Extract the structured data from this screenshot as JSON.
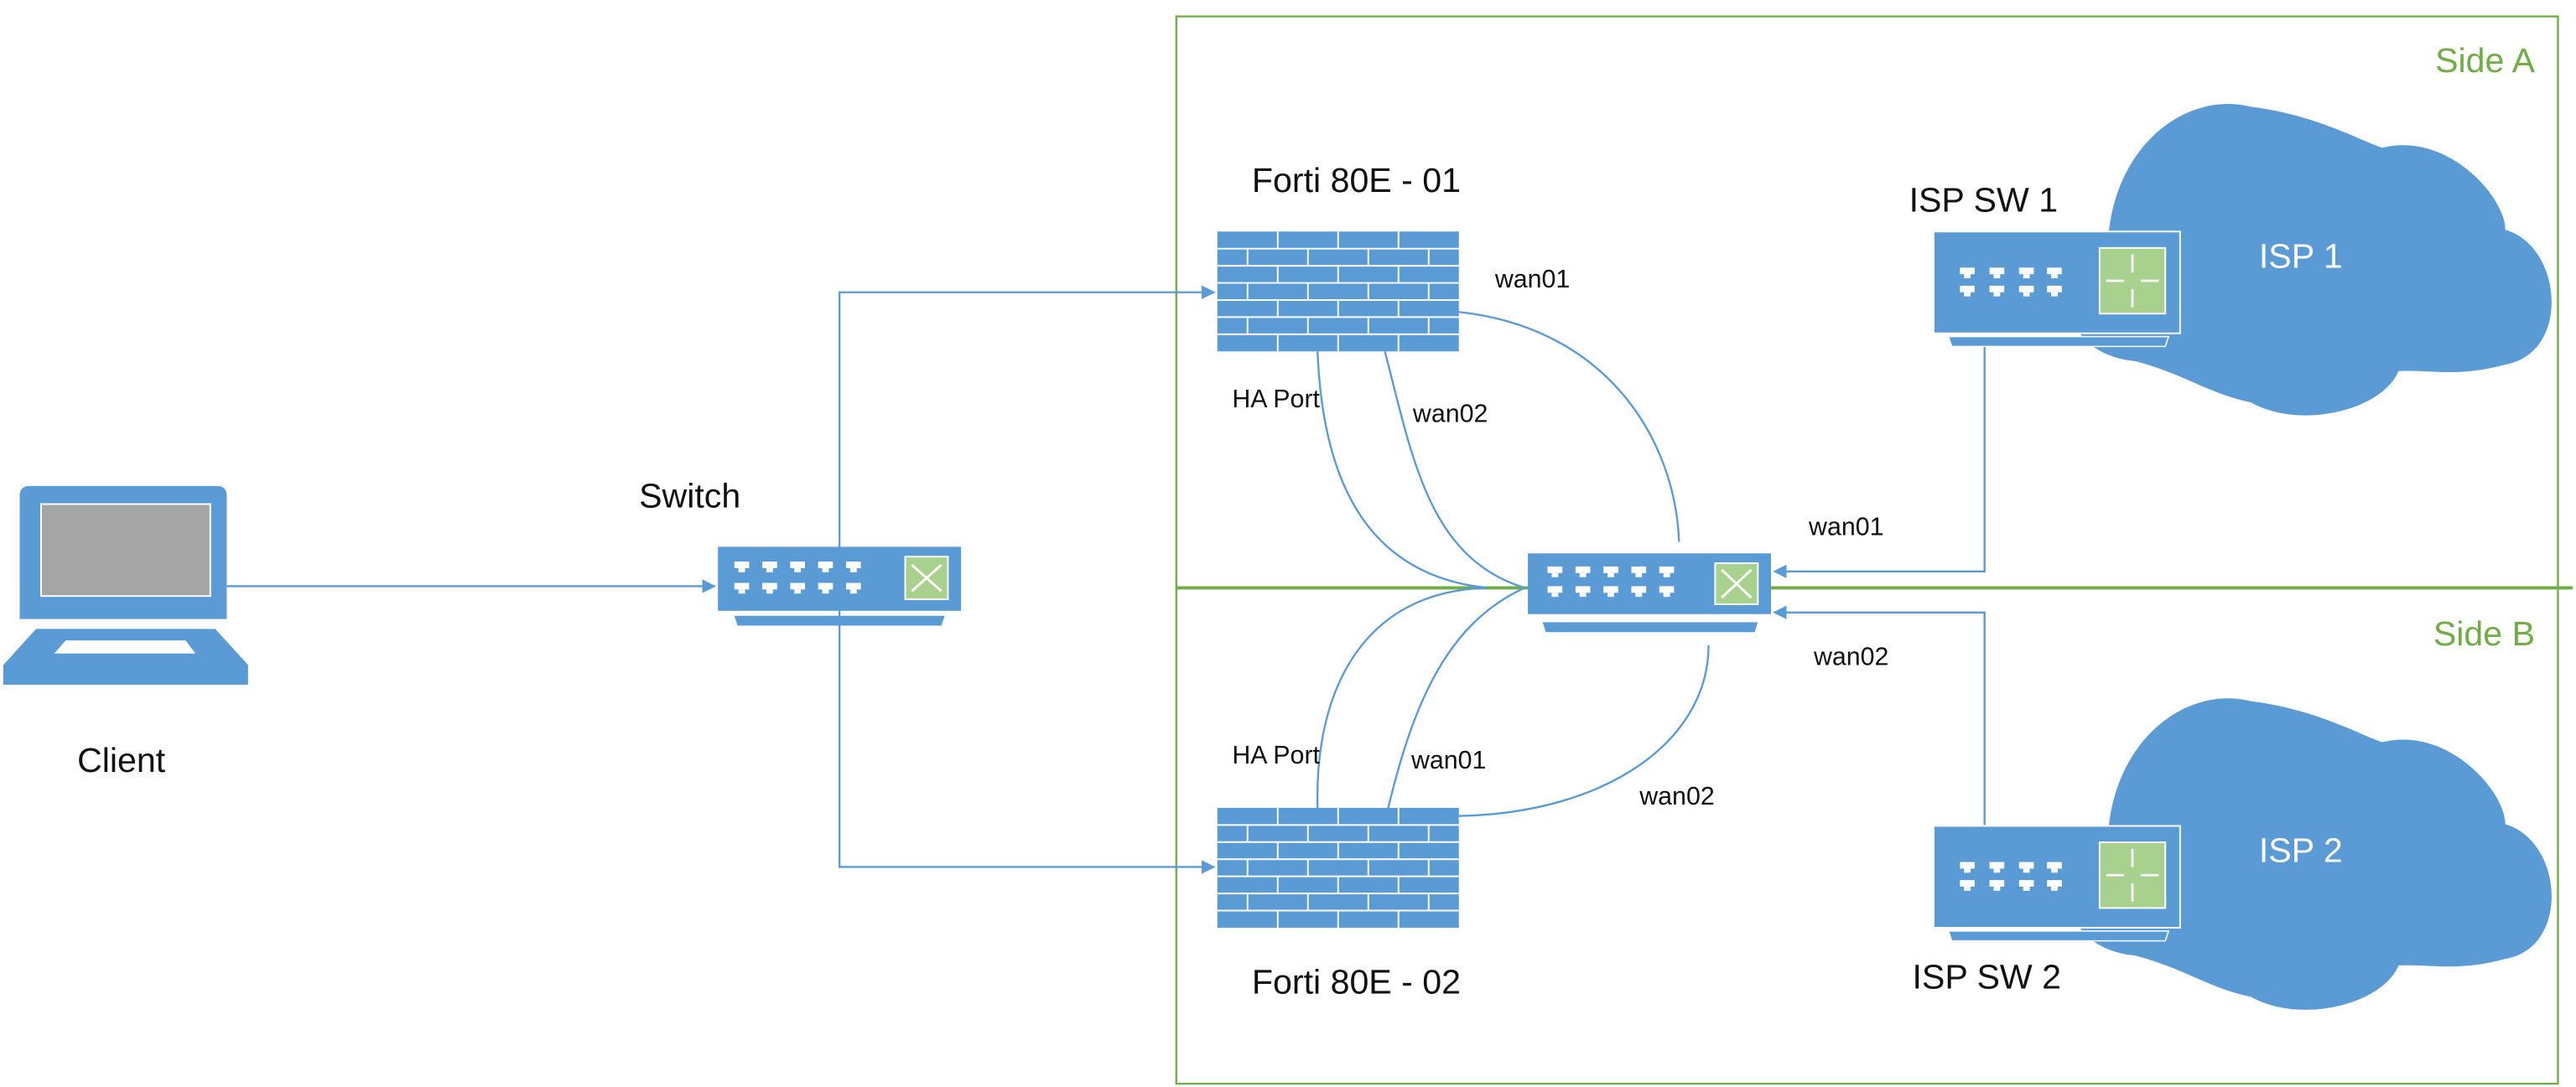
{
  "diagram": {
    "type": "network-topology",
    "colors": {
      "device": "#5b9bd5",
      "accent_green": "#70ad47",
      "icon_green": "#a9d18e",
      "screen_gray": "#a5a5a5",
      "link": "#5b9bd5"
    },
    "zones": [
      {
        "id": "side-a",
        "label": "Side A"
      },
      {
        "id": "side-b",
        "label": "Side B"
      }
    ],
    "nodes": {
      "client": {
        "label": "Client",
        "icon": "laptop-icon"
      },
      "switch": {
        "label": "Switch",
        "icon": "switch-icon"
      },
      "fw1": {
        "label": "Forti 80E - 01",
        "icon": "firewall-icon"
      },
      "fw2": {
        "label": "Forti 80E - 02",
        "icon": "firewall-icon"
      },
      "core_switch": {
        "label": "",
        "icon": "switch-icon"
      },
      "isp_sw1": {
        "label": "ISP SW 1",
        "icon": "router-switch-icon"
      },
      "isp_sw2": {
        "label": "ISP SW 2",
        "icon": "router-switch-icon"
      },
      "isp1": {
        "label": "ISP 1",
        "icon": "cloud-icon"
      },
      "isp2": {
        "label": "ISP 2",
        "icon": "cloud-icon"
      }
    },
    "link_labels": {
      "fw1_wan01": "wan01",
      "fw1_wan02": "wan02",
      "fw1_ha": "HA Port",
      "fw2_wan01": "wan01",
      "fw2_wan02": "wan02",
      "fw2_ha": "HA Port",
      "isp1_wan01": "wan01",
      "isp2_wan02": "wan02"
    },
    "links": [
      {
        "from": "client",
        "to": "switch"
      },
      {
        "from": "switch",
        "to": "fw1"
      },
      {
        "from": "switch",
        "to": "fw2"
      },
      {
        "from": "fw1",
        "to": "core_switch",
        "label": "wan01"
      },
      {
        "from": "fw1",
        "to": "core_switch",
        "label": "wan02"
      },
      {
        "from": "fw1",
        "to": "core_switch",
        "label": "HA Port"
      },
      {
        "from": "fw2",
        "to": "core_switch",
        "label": "wan01"
      },
      {
        "from": "fw2",
        "to": "core_switch",
        "label": "wan02"
      },
      {
        "from": "fw2",
        "to": "core_switch",
        "label": "HA Port"
      },
      {
        "from": "isp_sw1",
        "to": "core_switch",
        "label": "wan01"
      },
      {
        "from": "isp_sw2",
        "to": "core_switch",
        "label": "wan02"
      }
    ]
  }
}
